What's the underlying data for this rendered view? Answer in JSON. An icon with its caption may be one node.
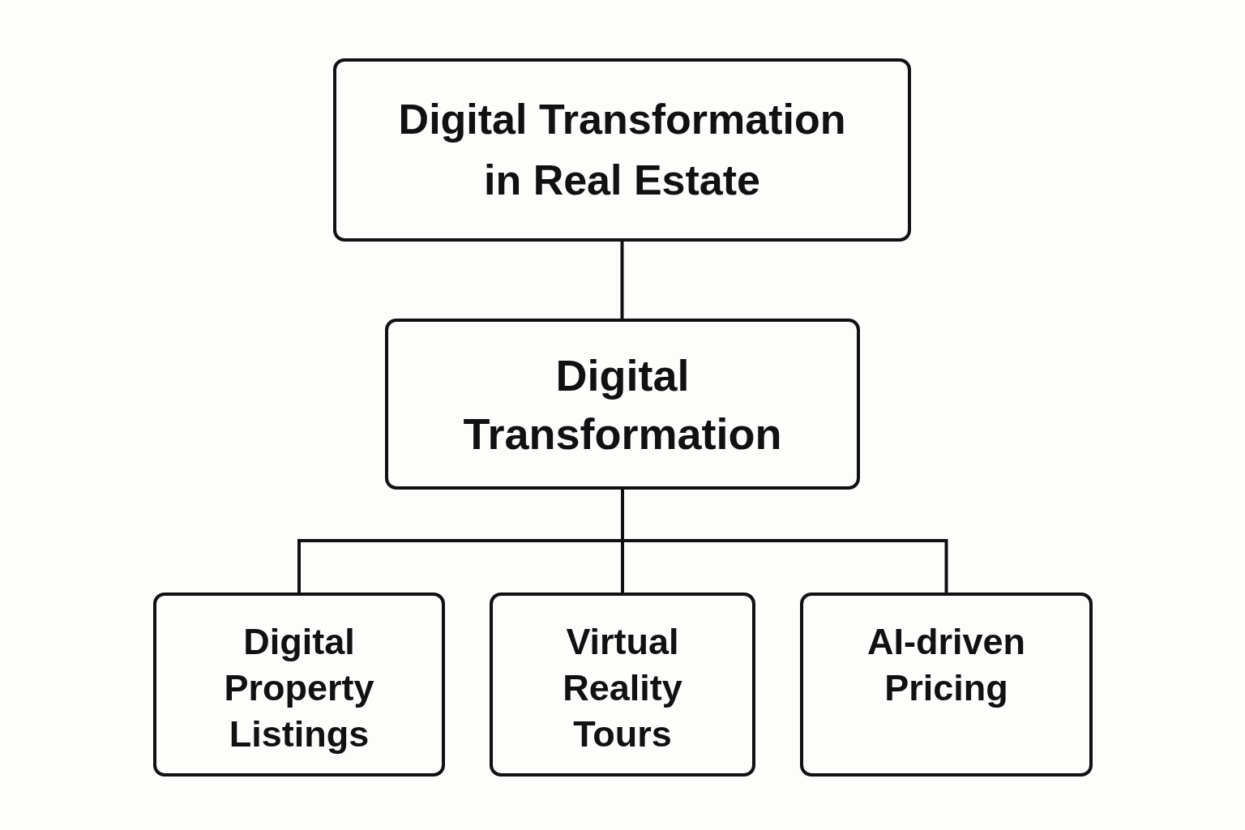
{
  "diagram": {
    "nodes": [
      {
        "text": [
          "Digital Transformation in Real Estate"
        ]
      },
      {
        "text": [
          "Digital Transformation"
        ]
      },
      {
        "text": [
          "Digital Property Listings"
        ]
      },
      {
        "text": [
          "Virtual Reality Tours"
        ]
      },
      {
        "text": [
          "AI-driven Pricing"
        ]
      }
    ],
    "edges": [
      {
        "from": 0,
        "to": 1,
        "arrow": "none"
      },
      {
        "from": 1,
        "to": 2,
        "arrow": "none"
      },
      {
        "from": 1,
        "to": 3,
        "arrow": "none"
      },
      {
        "from": 1,
        "to": 4,
        "arrow": "none"
      }
    ]
  }
}
